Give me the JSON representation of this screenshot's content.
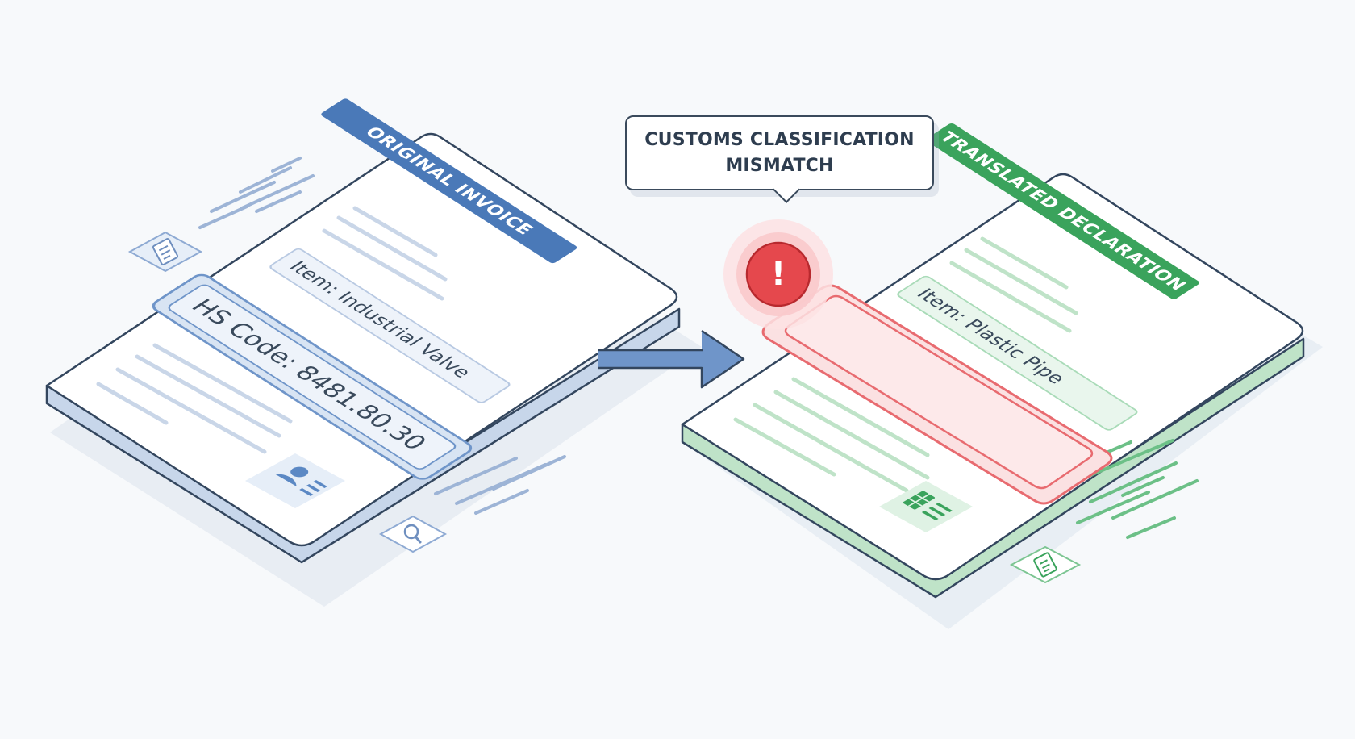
{
  "callout": {
    "text": "CUSTOMS CLASSIFICATION\nMISMATCH"
  },
  "original": {
    "header": "ORIGINAL INVOICE",
    "item": "Item: Industrial Valve",
    "hs_code": "HS Code: 8481.80.30",
    "color": "#4a79b8"
  },
  "translated": {
    "header": "TRANSLATED DECLARATION",
    "item": "Item: Plastic Pipe",
    "color": "#3aa35c"
  },
  "alert": {
    "symbol": "!",
    "color": "#e5484d"
  },
  "icons": {
    "left_top": "document-icon",
    "left_card": "user-card-icon",
    "left_bottom": "search-icon",
    "right_card": "spreadsheet-icon",
    "right_bottom": "document-icon",
    "arrow": "arrow-right-icon"
  }
}
